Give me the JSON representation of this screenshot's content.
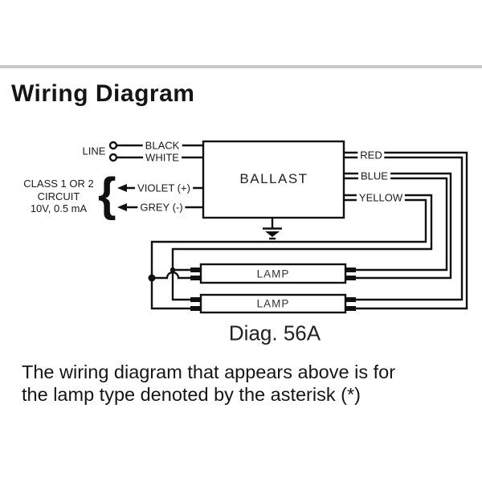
{
  "title": "Wiring Diagram",
  "diagram": {
    "line_label": "LINE",
    "wires": {
      "black": "BLACK",
      "white": "WHITE",
      "violet": "VIOLET (+)",
      "grey": "GREY (-)",
      "red": "RED",
      "blue": "BLUE",
      "yellow": "YELLOW"
    },
    "class_circuit": {
      "line1": "CLASS 1 OR 2",
      "line2": "CIRCUIT",
      "line3": "10V, 0.5 mA",
      "brace": "{"
    },
    "ballast_label": "BALLAST",
    "lamp1_label": "LAMP",
    "lamp2_label": "LAMP",
    "caption": "Diag. 56A",
    "icons": {
      "terminals": "circle-terminal",
      "direction_arrows": "left-arrow",
      "ground": "earth-ground-symbol",
      "junctions": "solder-dot"
    },
    "colors": {
      "wire": "#111111",
      "background": "#ffffff",
      "divider": "#c9c9c9"
    }
  },
  "footer": {
    "line1": "The wiring diagram that appears above is for",
    "line2": "the lamp type denoted by the asterisk (*)"
  }
}
